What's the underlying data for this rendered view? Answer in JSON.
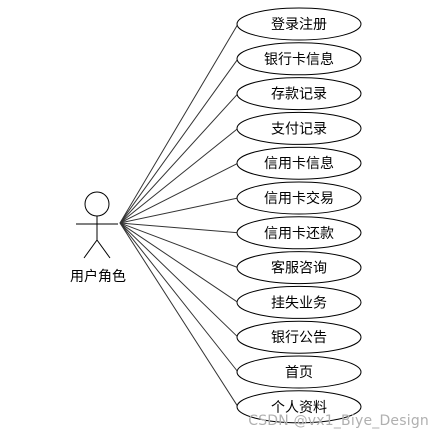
{
  "actor": {
    "label": "用户角色"
  },
  "use_cases": [
    "登录注册",
    "银行卡信息",
    "存款记录",
    "支付记录",
    "信用卡信息",
    "信用卡交易",
    "信用卡还款",
    "客服咨询",
    "挂失业务",
    "银行公告",
    "首页",
    "个人资料"
  ],
  "watermark": "CSDN @vx1_Biye_Design",
  "colors": {
    "line": "#333333",
    "ellipse_stroke": "#000000",
    "ellipse_fill": "#ffffff",
    "watermark": "#b0b0b0"
  }
}
